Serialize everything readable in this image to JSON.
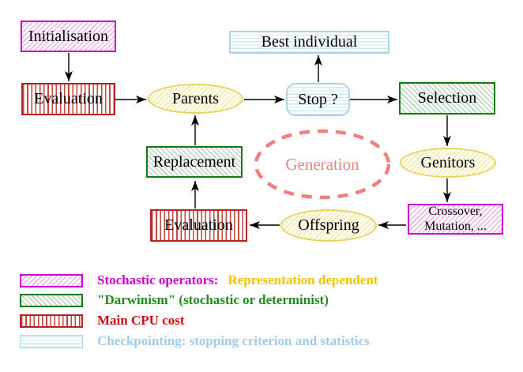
{
  "diagram": {
    "nodes": {
      "initialisation": "Initialisation",
      "evaluation_top": "Evaluation",
      "best_individual": "Best individual",
      "stop": "Stop ?",
      "selection": "Selection",
      "parents": "Parents",
      "replacement": "Replacement",
      "genitors": "Genitors",
      "generation": "Generation",
      "crossover_line1": "Crossover,",
      "crossover_line2": "Mutation, ...",
      "offspring": "Offspring",
      "evaluation_bottom": "Evaluation"
    }
  },
  "legend": {
    "stochastic": {
      "label": "Stochastic operators:",
      "suffix": "Representation dependent"
    },
    "darwinism": {
      "label": "\"Darwinism\" (stochastic or determinist)"
    },
    "cpu": {
      "label": "Main CPU cost"
    },
    "checkpointing": {
      "label": "Checkpointing: stopping criterion and statistics"
    }
  },
  "colors": {
    "magenta_border": "#cf00cf",
    "magenta_text": "#cc00cc",
    "green_border": "#157a15",
    "green_text": "#1d8b1d",
    "red_border": "#b3231f",
    "red_text": "#cc1111",
    "cyan_border": "#a9d4e5",
    "cyan_text": "#9dcde9",
    "gold_text": "#f3c300",
    "yellow_border": "#e6d45f",
    "salmon": "#f08080",
    "arrow": "#000000",
    "background": "#ffffff"
  }
}
